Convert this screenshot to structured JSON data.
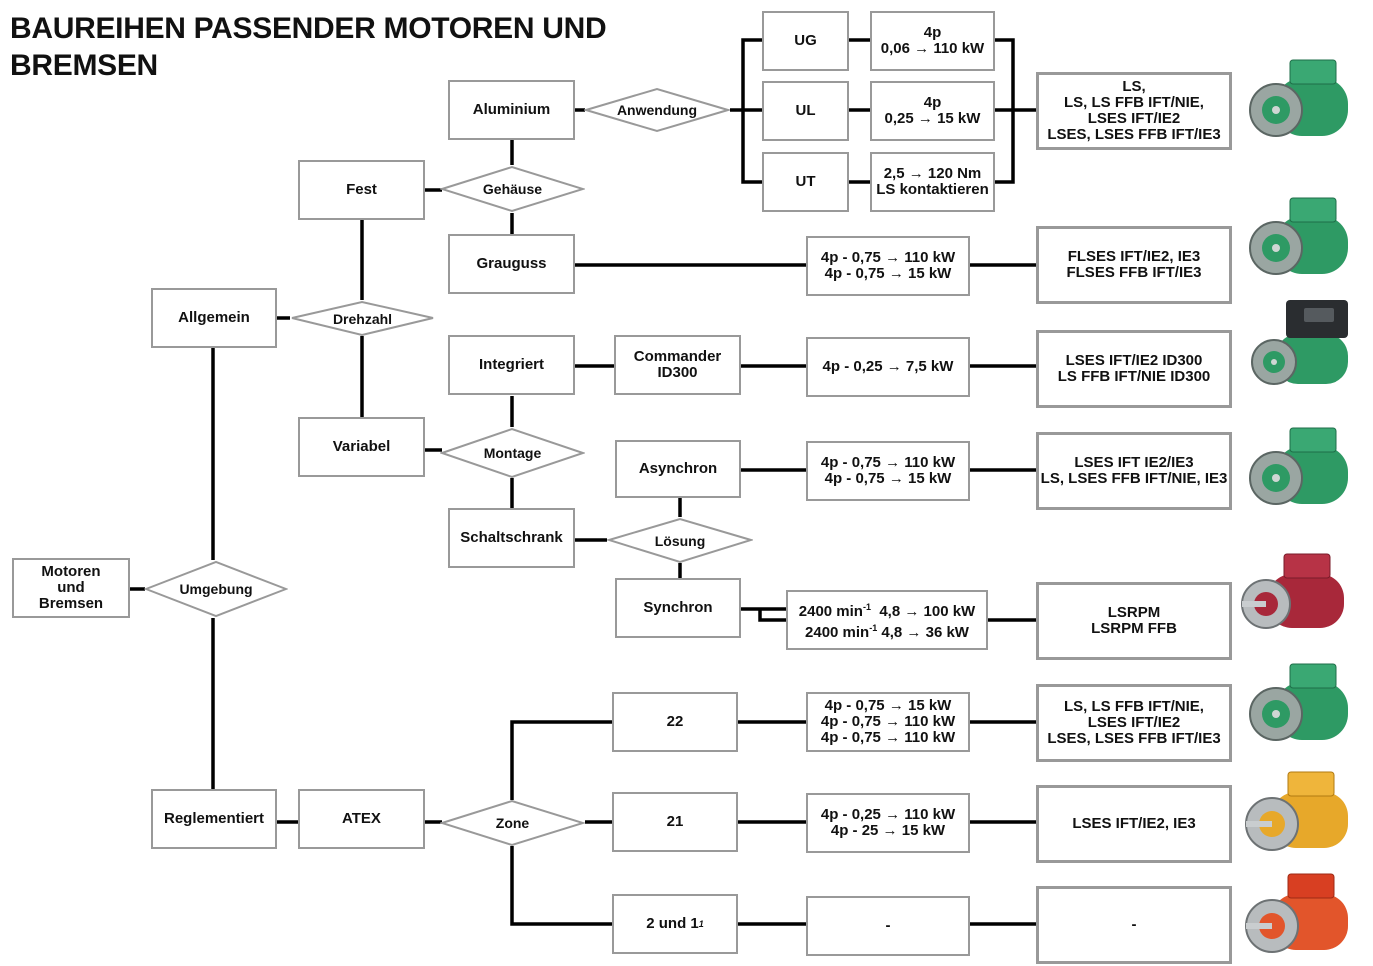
{
  "title": "BAUREIHEN PASSENDER MOTOREN UND BREMSEN",
  "nodes": {
    "root": "Motoren\nund\nBremsen",
    "allgemein": "Allgemein",
    "reglementiert": "Reglementiert",
    "fest": "Fest",
    "variabel": "Variabel",
    "atex": "ATEX",
    "aluminium": "Aluminium",
    "grauguss": "Grauguss",
    "integriert": "Integriert",
    "schaltschrank": "Schaltschrank",
    "commander": "Commander\nID300",
    "asynchron": "Asynchron",
    "synchron": "Synchron",
    "ug": "UG",
    "ul": "UL",
    "ut": "UT",
    "z22": "22",
    "z21": "21",
    "z2und1": "2 und 1",
    "z2und1_note": "1"
  },
  "decisions": {
    "umgebung": "Umgebung",
    "drehzahl": "Drehzahl",
    "gehaeuse": "Gehäuse",
    "anwendung": "Anwendung",
    "montage": "Montage",
    "loesung": "Lösung",
    "zone": "Zone"
  },
  "specs": {
    "ug": "4p\n0,06 → 110 kW",
    "ul": "4p\n0,25 → 15 kW",
    "ut": "2,5 → 120 Nm\nLS kontaktieren",
    "grauguss": "4p - 0,75 → 110 kW\n4p - 0,75 → 15 kW",
    "commander": "4p - 0,25 → 7,5 kW",
    "asynchron": "4p - 0,75 → 110 kW\n4p - 0,75 → 15 kW",
    "synchron_l1_a": "2400 min",
    "synchron_l1_sup": "-1",
    "synchron_l1_b": "  4,8 → 100 kW",
    "synchron_l2_a": "2400 min",
    "synchron_l2_sup": "-1",
    "synchron_l2_b": " 4,8 → 36 kW",
    "z22": "4p - 0,75 → 15 kW\n4p - 0,75 → 110 kW\n4p - 0,75 → 110 kW",
    "z21": "4p - 0,25 → 110 kW\n4p - 25 → 15 kW",
    "z2und1": "-"
  },
  "series": {
    "aluminium": "LS,\nLS, LS FFB IFT/NIE,\nLSES IFT/IE2\nLSES, LSES FFB IFT/IE3",
    "grauguss": "FLSES IFT/IE2, IE3\nFLSES FFB IFT/IE3",
    "integriert": "LSES IFT/IE2 ID300\nLS FFB IFT/NIE ID300",
    "asynchron": "LSES IFT IE2/IE3\nLS, LSES FFB IFT/NIE, IE3",
    "synchron": "LSRPM\nLSRPM FFB",
    "z22": "LS, LS FFB IFT/NIE,\nLSES IFT/IE2\nLSES, LSES FFB IFT/IE3",
    "z21": "LSES IFT/IE2, IE3",
    "z2und1": "-"
  },
  "colors": {
    "green_motor": "#2e9a64",
    "red_motor": "#a8283a",
    "yellow_motor": "#e7a82a",
    "orange_motor": "#e2552b",
    "box_border": "#999999",
    "line": "#000000"
  },
  "motor_icons": [
    "motor-green",
    "motor-green",
    "motor-green-with-drive",
    "motor-green",
    "motor-red",
    "motor-green",
    "motor-yellow",
    "motor-orange"
  ]
}
